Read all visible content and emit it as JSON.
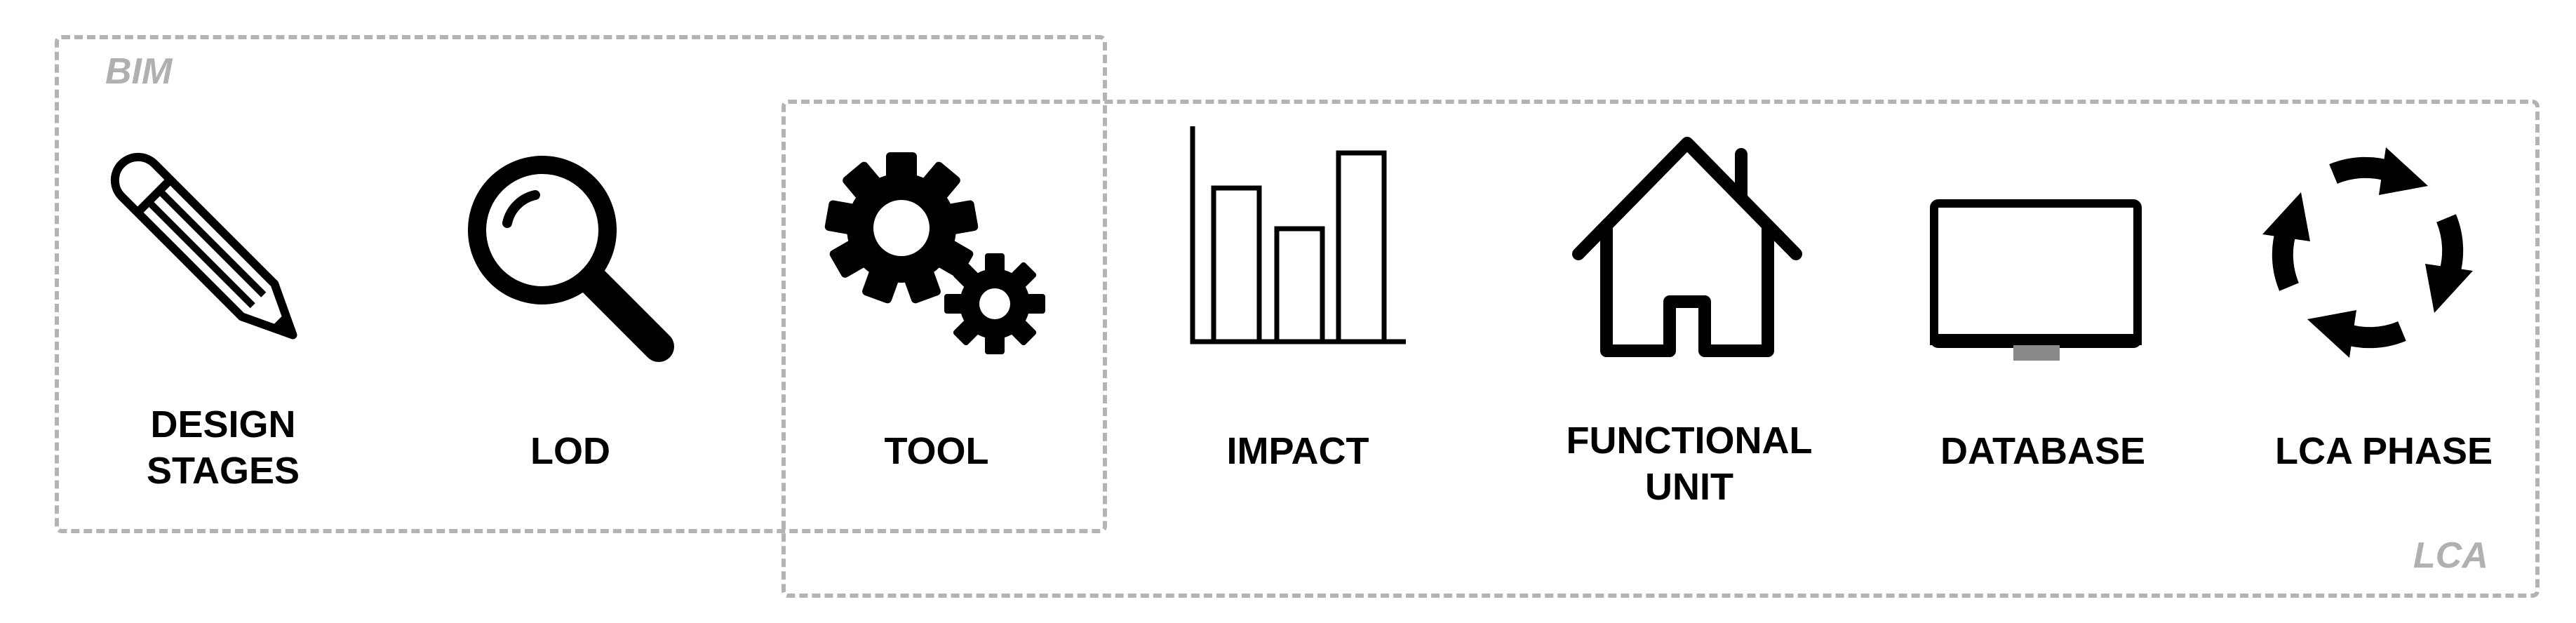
{
  "groups": {
    "bim": "BIM",
    "lca": "LCA"
  },
  "items": [
    {
      "label": "DESIGN\nSTAGES",
      "icon": "pencil-icon"
    },
    {
      "label": "LOD",
      "icon": "magnifier-icon"
    },
    {
      "label": "TOOL",
      "icon": "gears-icon"
    },
    {
      "label": "IMPACT",
      "icon": "bar-chart-icon"
    },
    {
      "label": "FUNCTIONAL\nUNIT",
      "icon": "house-icon"
    },
    {
      "label": "DATABASE",
      "icon": "monitor-icon"
    },
    {
      "label": "LCA PHASE",
      "icon": "cycle-arrows-icon"
    }
  ],
  "colors": {
    "border": "#b3b3b3",
    "group_label": "#b0b0b0",
    "icon": "#000000",
    "text": "#000000"
  }
}
